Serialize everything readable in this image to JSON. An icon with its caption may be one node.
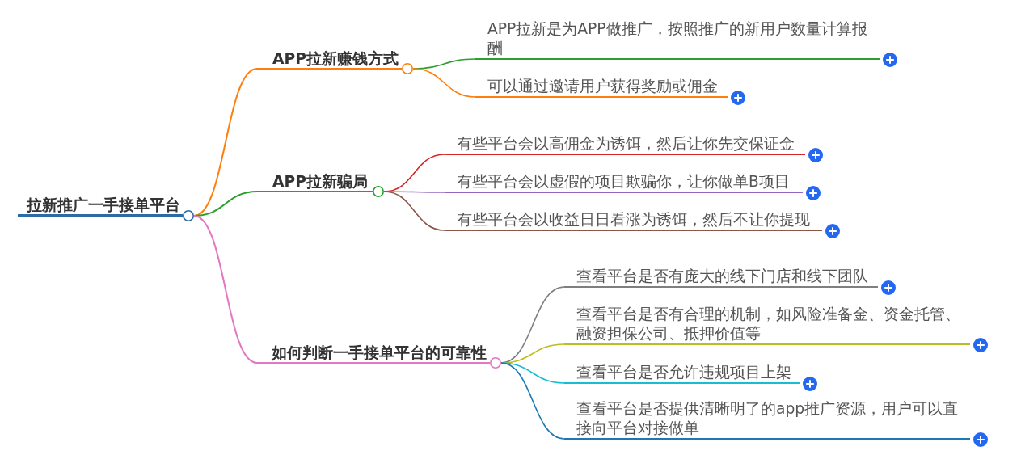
{
  "diagram": {
    "nodes": [
      {
        "text": [
          "拉新推广一手接单平台"
        ]
      },
      {
        "text": [
          "APP拉新赚钱方式"
        ]
      },
      {
        "text": [
          "APP拉新骗局"
        ]
      },
      {
        "text": [
          "如何判断一手接单平台的可靠性"
        ]
      },
      {
        "text": [
          "APP拉新是为APP做推广，按照推广的新用户数量计算报酬"
        ]
      },
      {
        "text": [
          "可以通过邀请用户获得奖励或佣金"
        ]
      },
      {
        "text": [
          "有些平台会以高佣金为诱饵，然后让你先交保证金"
        ]
      },
      {
        "text": [
          "有些平台会以虚假的项目欺骗你，让你做单B项目"
        ]
      },
      {
        "text": [
          "有些平台会以收益日日看涨为诱饵，然后不让你提现"
        ]
      },
      {
        "text": [
          "查看平台是否有庞大的线下门店和线下团队"
        ]
      },
      {
        "text": [
          "查看平台是否有合理的机制，如风险准备金、资金托管、融资担保公司、抵押价值等"
        ]
      },
      {
        "text": [
          "查看平台是否允许违规项目上架"
        ]
      },
      {
        "text": [
          "查看平台是否提供清晰明了的app推广资源，用户可以直接向平台对接做单"
        ]
      }
    ],
    "edges": [
      {
        "from": 0,
        "to": 1,
        "arrow": "none",
        "color": "#ff7f0e"
      },
      {
        "from": 0,
        "to": 2,
        "arrow": "none",
        "color": "#2ca02c"
      },
      {
        "from": 0,
        "to": 3,
        "arrow": "none",
        "color": "#e377c2"
      },
      {
        "from": 1,
        "to": 4,
        "arrow": "none",
        "color": "#2ca02c"
      },
      {
        "from": 1,
        "to": 5,
        "arrow": "none",
        "color": "#ff7f0e"
      },
      {
        "from": 2,
        "to": 6,
        "arrow": "none",
        "color": "#d62728"
      },
      {
        "from": 2,
        "to": 7,
        "arrow": "none",
        "color": "#9467bd"
      },
      {
        "from": 2,
        "to": 8,
        "arrow": "none",
        "color": "#8c564b"
      },
      {
        "from": 3,
        "to": 9,
        "arrow": "none",
        "color": "#7f7f7f"
      },
      {
        "from": 3,
        "to": 10,
        "arrow": "none",
        "color": "#bcbd22"
      },
      {
        "from": 3,
        "to": 11,
        "arrow": "none",
        "color": "#17becf"
      },
      {
        "from": 3,
        "to": 12,
        "arrow": "none",
        "color": "#1f77b4"
      }
    ]
  }
}
